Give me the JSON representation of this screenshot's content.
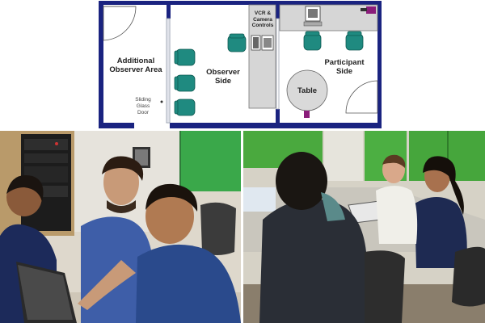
{
  "floor_plan": {
    "labels": {
      "additional_observer_area": "Additional\nObserver Area",
      "observer_side": "Observer\nSide",
      "participant_side": "Participant\nSide",
      "table": "Table",
      "vcr_camera_controls": "VCR &\nCamera\nControls",
      "sliding_glass_door": "Sliding\nGlass\nDoor"
    },
    "colors": {
      "wall": "#1a2380",
      "chair": "#1f8a80",
      "desk": "#d6d6d6",
      "table": "#d9d9d9",
      "accent": "#8a1d7a"
    }
  },
  "photos": [
    {
      "name": "observer-side-photo",
      "icon": "people-at-laptops"
    },
    {
      "name": "participant-side-photo",
      "icon": "people-at-table"
    }
  ]
}
